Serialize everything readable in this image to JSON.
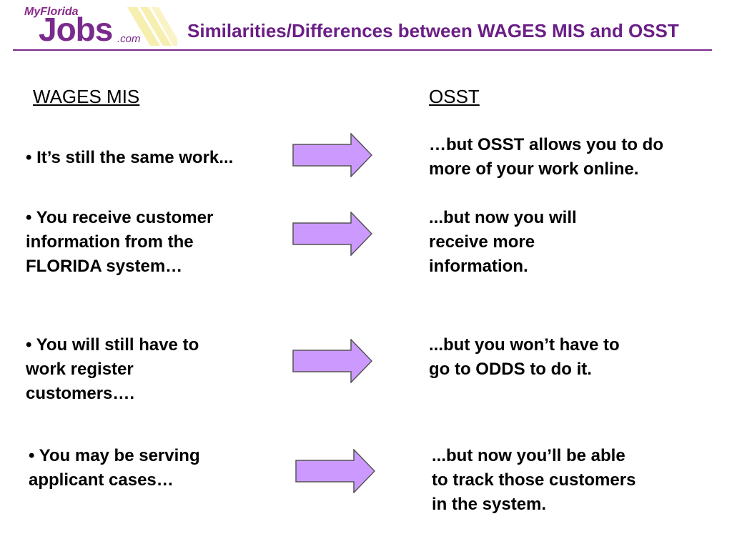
{
  "logo": {
    "my": "MyFlorida",
    "jobs": "Jobs",
    "dotcom": ".com"
  },
  "title": "Similarities/Differences between WAGES MIS and OSST",
  "columns": {
    "left": "WAGES MIS",
    "right": "OSST"
  },
  "rows": [
    {
      "left": [
        "• It’s still the same work..."
      ],
      "right": [
        "…but OSST allows you to do",
        "more of your work online."
      ]
    },
    {
      "left": [
        "• You receive customer",
        "information from the",
        "FLORIDA system…"
      ],
      "right": [
        "...but now you will",
        "receive more",
        "information."
      ]
    },
    {
      "left": [
        "• You will still have to",
        "work register",
        "customers…."
      ],
      "right": [
        "...but you won’t have to",
        "go to ODDS to do it."
      ]
    },
    {
      "left": [
        "• You may be serving",
        "applicant cases…"
      ],
      "right": [
        "...but now you’ll be able",
        "to track those customers",
        "in the system."
      ]
    }
  ],
  "colors": {
    "accent": "#6b1f86",
    "arrow_fill": "#cc99ff",
    "arrow_stroke": "#555555"
  },
  "icons": {
    "arrow": "right-arrow-icon"
  }
}
